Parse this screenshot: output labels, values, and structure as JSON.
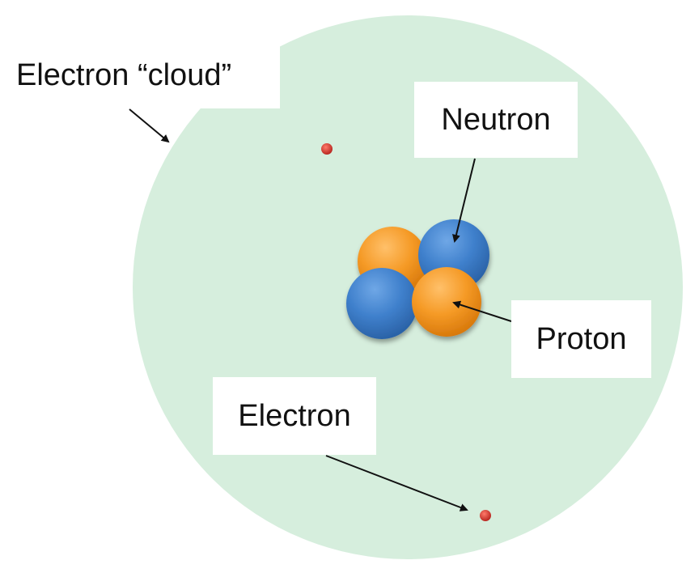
{
  "labels": {
    "electron_cloud": "Electron “cloud”",
    "neutron": "Neutron",
    "proton": "Proton",
    "electron": "Electron"
  },
  "colors": {
    "cloud": "#d6eedd",
    "proton": "#f49a24",
    "neutron": "#3f80cc",
    "electron": "#c62828",
    "arrow": "#111111"
  }
}
